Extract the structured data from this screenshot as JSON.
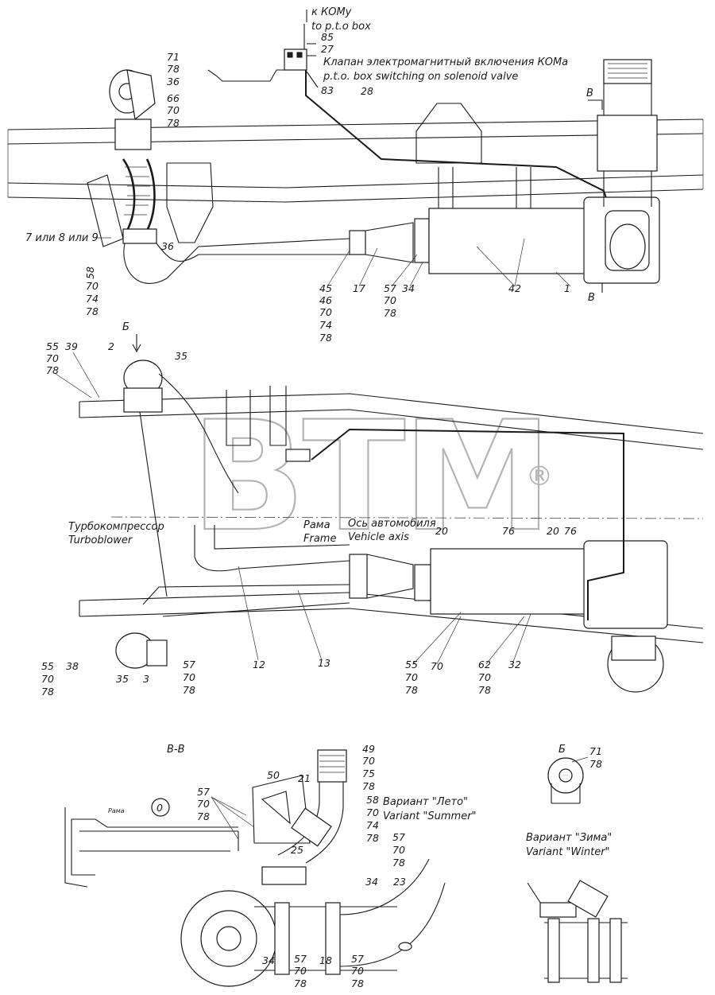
{
  "callouts": {
    "kom_ru": "к КОМу",
    "kom_en": "to p.t.o box",
    "valve_ru": "Клапан электромагнитный включения КОМа",
    "valve_en": "p.t.o. box switching on solenoid valve",
    "turbo_ru": "Турбокомпрессор",
    "turbo_en": "Turboblower",
    "frame_ru": "Рама",
    "frame_en": "Frame",
    "axis_ru": "Ось автомобиля",
    "axis_en": "Vehicle axis",
    "summer_ru": "Вариант \"Лето\"",
    "summer_en": "Variant \"Summer\"",
    "winter_ru": "Вариант \"Зима\"",
    "winter_en": "Variant \"Winter\"",
    "frame_small": "Рама"
  },
  "sections": {
    "section_b_arrow": "Б",
    "section_b_view": "Б",
    "section_vv": "В-В",
    "cut_top": "В",
    "cut_bottom": "В",
    "axis_circle": "0"
  },
  "watermark": {
    "text": "BTM",
    "reg": "®"
  },
  "part_numbers": {
    "top": {
      "n85": "85",
      "n27": "27",
      "n83": "83",
      "n28": "28",
      "n71": "71",
      "n78a": "78",
      "n36a": "36",
      "n66": "66",
      "n70a": "70",
      "n78b": "78",
      "n7": "7 или 8 или 9",
      "n58": "58",
      "n70b": "70",
      "n74": "74",
      "n78c": "78",
      "n36b": "36",
      "n45": "45",
      "n46": "46",
      "n70c": "70",
      "n74b": "74",
      "n78d": "78",
      "n17": "17",
      "n57": "57",
      "n70d": "70",
      "n78e": "78",
      "n34": "34",
      "n42": "42",
      "n1": "1"
    },
    "middle": {
      "n55a": "55",
      "n70a": "70",
      "n78a": "78",
      "n39": "39",
      "n2": "2",
      "n35a": "35",
      "n20a": "20",
      "n76a": "76",
      "n20b": "20",
      "n76b": "76",
      "n55b": "55",
      "n70b": "70",
      "n78b": "78",
      "n38": "38",
      "n35b": "35",
      "n3": "3",
      "n57": "57",
      "n70c": "70",
      "n78c": "78",
      "n12": "12",
      "n13": "13",
      "n55c": "55",
      "n70d": "70",
      "n78d": "78",
      "n70e": "70",
      "n62": "62",
      "n70f": "70",
      "n78e": "78",
      "n32": "32"
    },
    "bottom": {
      "n49": "49",
      "n70a": "70",
      "n75": "75",
      "n78a": "78",
      "n50": "50",
      "n21": "21",
      "n57a": "57",
      "n70b": "70",
      "n78b": "78",
      "n58": "58",
      "n70c": "70",
      "n74": "74",
      "n78c": "78",
      "n25": "25",
      "n57b": "57",
      "n70d": "70",
      "n78d": "78",
      "n34a": "34",
      "n23": "23",
      "n34b": "34",
      "n57c": "57",
      "n70e": "70",
      "n78e": "78",
      "n18": "18",
      "n57d": "57",
      "n70f": "70",
      "n78f": "78",
      "n71": "71",
      "n78g": "78"
    }
  }
}
